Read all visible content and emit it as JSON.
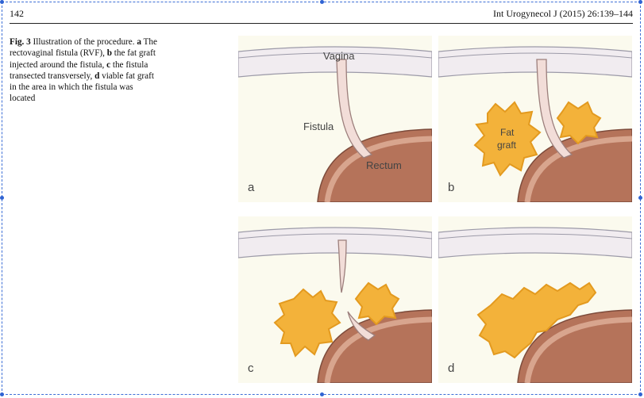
{
  "header": {
    "page_number": "142",
    "journal_ref": "Int Urogynecol J (2015) 26:139–144"
  },
  "caption": {
    "fig_label": "Fig. 3",
    "text_intro": "Illustration of the procedure.",
    "a_letter": "a",
    "a_text": "The rectovaginal fistula (RVF),",
    "b_letter": "b",
    "b_text": "the fat graft injected around the fistula,",
    "c_letter": "c",
    "c_text": "the fistula transected transversely,",
    "d_letter": "d",
    "d_text": "viable fat graft in the area in which the fistula was located"
  },
  "panels": {
    "a": {
      "letter": "a",
      "vagina_label": "Vagina",
      "fistula_label": "Fistula",
      "rectum_label": "Rectum"
    },
    "b": {
      "letter": "b",
      "fat_label_1": "Fat",
      "fat_label_2": "graft"
    },
    "c": {
      "letter": "c"
    },
    "d": {
      "letter": "d"
    }
  },
  "colors": {
    "selection": "#3d6fd6",
    "fat": "#f3b23a",
    "rectum": "#b5735a",
    "background": "#fbfaee",
    "vaginal_wall": "#f1ecf0"
  }
}
